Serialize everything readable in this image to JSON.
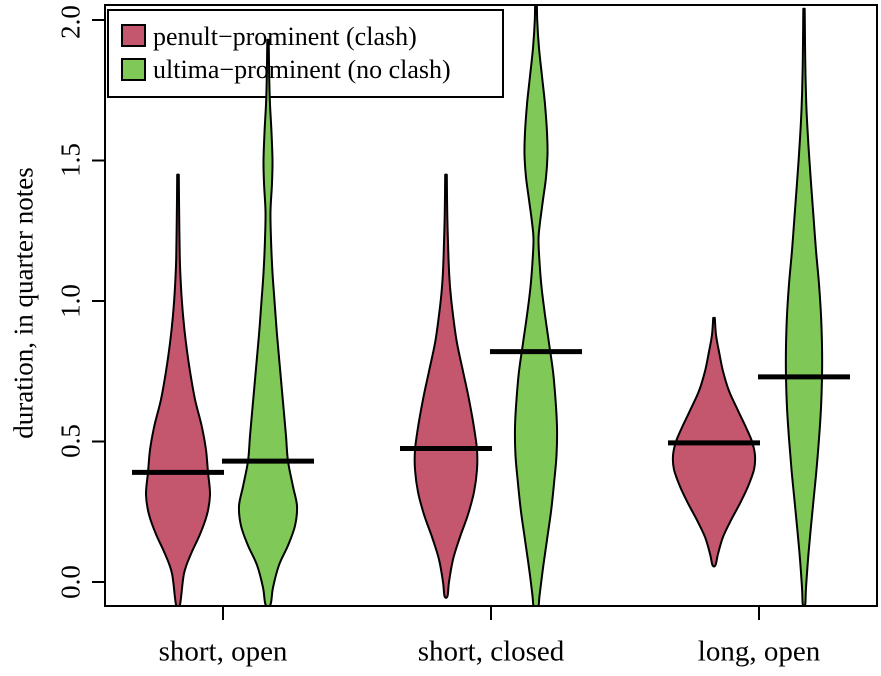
{
  "figure": {
    "background": "#ffffff",
    "axis_color": "#000000",
    "median_bar_color": "#000000"
  },
  "chart_data": {
    "type": "violin",
    "title": "",
    "xlabel": "",
    "ylabel": "duration, in quarter notes",
    "ylim": [
      -0.09,
      2.13
    ],
    "yticks": [
      "0.0",
      "0.5",
      "1.0",
      "1.5",
      "2.0"
    ],
    "ytick_values": [
      0.0,
      0.5,
      1.0,
      1.5,
      2.0
    ],
    "categories": [
      "short, open",
      "short, closed",
      "long, open"
    ],
    "grid": false,
    "legend_position": "top-left",
    "legend": [
      {
        "label": "penult−prominent (clash)",
        "color": "#C4566E",
        "swatch_icon": "red-square-swatch"
      },
      {
        "label": "ultima−prominent (no clash)",
        "color": "#80C857",
        "swatch_icon": "green-square-swatch"
      }
    ],
    "series": [
      {
        "name": "penult-prominent (clash)",
        "color": "#C4566E",
        "side": "left",
        "medians": [
          0.39,
          0.475,
          0.495
        ],
        "violins": [
          {
            "category": "short, open",
            "profile": [
              [
                1.45,
                0.8
              ],
              [
                1.3,
                1.2
              ],
              [
                1.15,
                1.8
              ],
              [
                1.05,
                3
              ],
              [
                0.95,
                5
              ],
              [
                0.85,
                8
              ],
              [
                0.75,
                12
              ],
              [
                0.65,
                17
              ],
              [
                0.55,
                24
              ],
              [
                0.47,
                28
              ],
              [
                0.39,
                30
              ],
              [
                0.31,
                32
              ],
              [
                0.24,
                29
              ],
              [
                0.17,
                22
              ],
              [
                0.1,
                13
              ],
              [
                0.03,
                6
              ],
              [
                -0.08,
                2
              ]
            ]
          },
          {
            "category": "short, closed",
            "profile": [
              [
                1.45,
                0.8
              ],
              [
                1.3,
                1.3
              ],
              [
                1.15,
                2.5
              ],
              [
                1.05,
                4
              ],
              [
                0.95,
                7
              ],
              [
                0.85,
                11
              ],
              [
                0.75,
                17
              ],
              [
                0.65,
                23
              ],
              [
                0.55,
                28
              ],
              [
                0.47,
                31
              ],
              [
                0.4,
                31
              ],
              [
                0.32,
                28
              ],
              [
                0.24,
                22
              ],
              [
                0.16,
                14
              ],
              [
                0.08,
                7
              ],
              [
                0.0,
                3
              ],
              [
                -0.05,
                1.5
              ]
            ]
          },
          {
            "category": "long, open",
            "profile": [
              [
                0.94,
                0.8
              ],
              [
                0.88,
                2
              ],
              [
                0.82,
                5
              ],
              [
                0.75,
                9
              ],
              [
                0.68,
                15
              ],
              [
                0.61,
                24
              ],
              [
                0.55,
                32
              ],
              [
                0.5,
                38
              ],
              [
                0.45,
                41
              ],
              [
                0.4,
                40
              ],
              [
                0.34,
                34
              ],
              [
                0.28,
                26
              ],
              [
                0.22,
                17
              ],
              [
                0.16,
                9
              ],
              [
                0.1,
                4
              ],
              [
                0.06,
                1.5
              ]
            ]
          }
        ]
      },
      {
        "name": "ultima-prominent (no clash)",
        "color": "#80C857",
        "side": "right",
        "medians": [
          0.43,
          0.82,
          0.73
        ],
        "violins": [
          {
            "category": "short, open",
            "profile": [
              [
                1.93,
                0.7
              ],
              [
                1.8,
                1.2
              ],
              [
                1.7,
                2
              ],
              [
                1.6,
                3.5
              ],
              [
                1.5,
                4.5
              ],
              [
                1.42,
                4
              ],
              [
                1.32,
                2.5
              ],
              [
                1.22,
                3
              ],
              [
                1.1,
                4.5
              ],
              [
                1.0,
                6.5
              ],
              [
                0.88,
                9
              ],
              [
                0.76,
                12
              ],
              [
                0.64,
                15
              ],
              [
                0.52,
                18
              ],
              [
                0.43,
                20
              ],
              [
                0.34,
                25
              ],
              [
                0.27,
                29
              ],
              [
                0.2,
                27
              ],
              [
                0.13,
                20
              ],
              [
                0.06,
                11
              ],
              [
                -0.02,
                5
              ],
              [
                -0.08,
                2.5
              ]
            ]
          },
          {
            "category": "short, closed",
            "profile": [
              [
                2.1,
                0.8
              ],
              [
                2.0,
                1.2
              ],
              [
                1.9,
                3
              ],
              [
                1.8,
                6
              ],
              [
                1.7,
                9
              ],
              [
                1.6,
                11
              ],
              [
                1.52,
                11.5
              ],
              [
                1.44,
                10
              ],
              [
                1.36,
                7
              ],
              [
                1.28,
                4
              ],
              [
                1.22,
                2.5
              ],
              [
                1.14,
                3.5
              ],
              [
                1.05,
                5.5
              ],
              [
                0.95,
                9
              ],
              [
                0.85,
                13
              ],
              [
                0.75,
                17
              ],
              [
                0.65,
                19.5
              ],
              [
                0.55,
                21
              ],
              [
                0.45,
                20.5
              ],
              [
                0.35,
                18
              ],
              [
                0.25,
                15
              ],
              [
                0.15,
                11
              ],
              [
                0.05,
                7
              ],
              [
                -0.05,
                3.5
              ],
              [
                -0.1,
                2
              ]
            ]
          },
          {
            "category": "long, open",
            "profile": [
              [
                2.04,
                0.7
              ],
              [
                1.92,
                1
              ],
              [
                1.8,
                1.5
              ],
              [
                1.68,
                2.5
              ],
              [
                1.55,
                4.5
              ],
              [
                1.42,
                7
              ],
              [
                1.3,
                9.5
              ],
              [
                1.18,
                12
              ],
              [
                1.06,
                15
              ],
              [
                0.95,
                17
              ],
              [
                0.84,
                18
              ],
              [
                0.73,
                18
              ],
              [
                0.62,
                17
              ],
              [
                0.51,
                15
              ],
              [
                0.4,
                12.5
              ],
              [
                0.29,
                9.5
              ],
              [
                0.18,
                6.5
              ],
              [
                0.08,
                4
              ],
              [
                -0.02,
                2
              ],
              [
                -0.08,
                1.2
              ]
            ]
          }
        ]
      }
    ]
  }
}
